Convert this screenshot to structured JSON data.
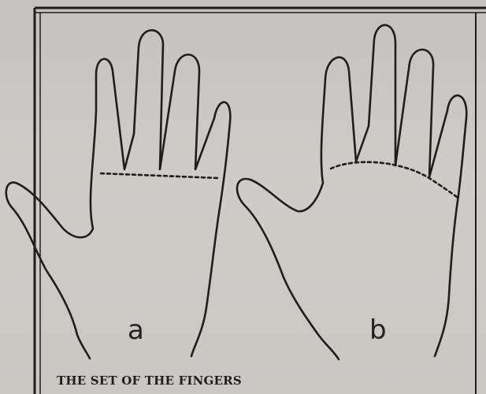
{
  "figure": {
    "panels": [
      {
        "label": "a",
        "drawing": "hand-outline-with-straight-dotted-finger-base"
      },
      {
        "label": "b",
        "drawing": "hand-outline-with-arched-dotted-finger-base"
      }
    ],
    "caption": "THE SET OF THE FINGERS",
    "colors": {
      "paper": "#cac7c3",
      "ink": "#1e1e1e"
    }
  }
}
